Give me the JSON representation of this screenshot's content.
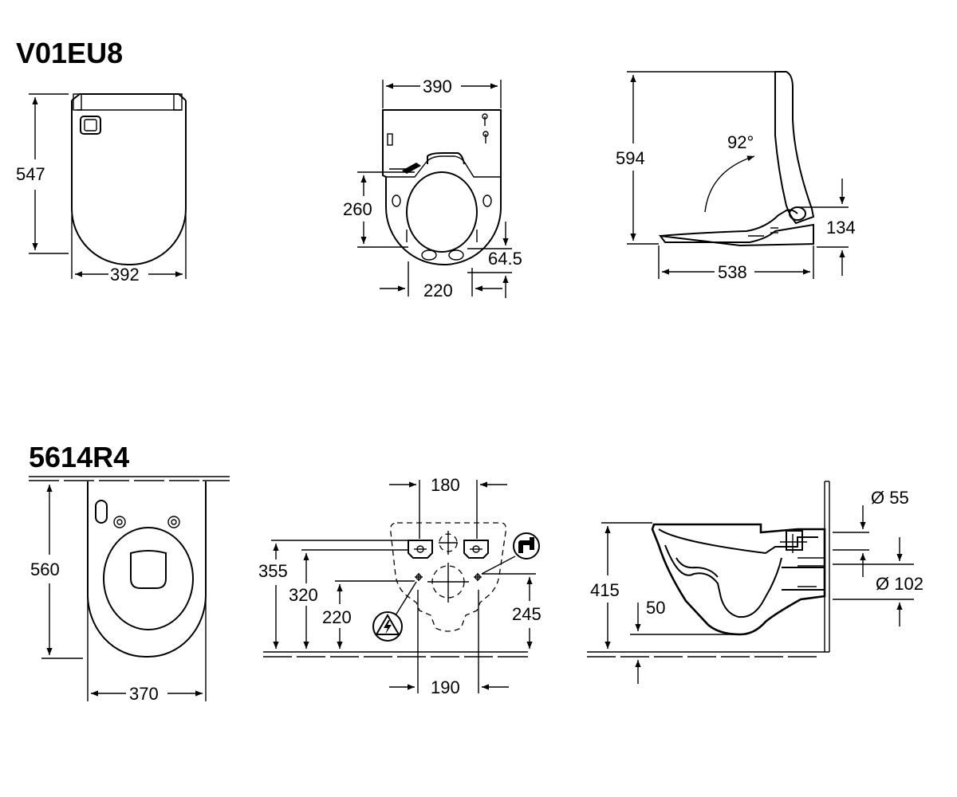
{
  "products": [
    {
      "code": "V01EU8"
    },
    {
      "code": "5614R4"
    }
  ],
  "seat_views": {
    "top": {
      "height": "547",
      "width": "392"
    },
    "bottom": {
      "width": "390",
      "depth": "260",
      "hole_spacing": "220",
      "hole_offset": "64.5"
    },
    "side": {
      "height": "594",
      "angle": "92°",
      "hinge_height": "134",
      "length": "538"
    }
  },
  "bowl_views": {
    "top": {
      "length": "560",
      "width": "370"
    },
    "wall": {
      "top_spacing": "180",
      "h1": "355",
      "h2": "320",
      "h3": "220",
      "h4": "245",
      "bottom_spacing": "190"
    },
    "side": {
      "height": "415",
      "offset": "50",
      "diameter_small": "Ø 55",
      "diameter_large": "Ø 102"
    }
  },
  "icons": [
    "electrical-warning-icon",
    "water-tap-icon"
  ]
}
